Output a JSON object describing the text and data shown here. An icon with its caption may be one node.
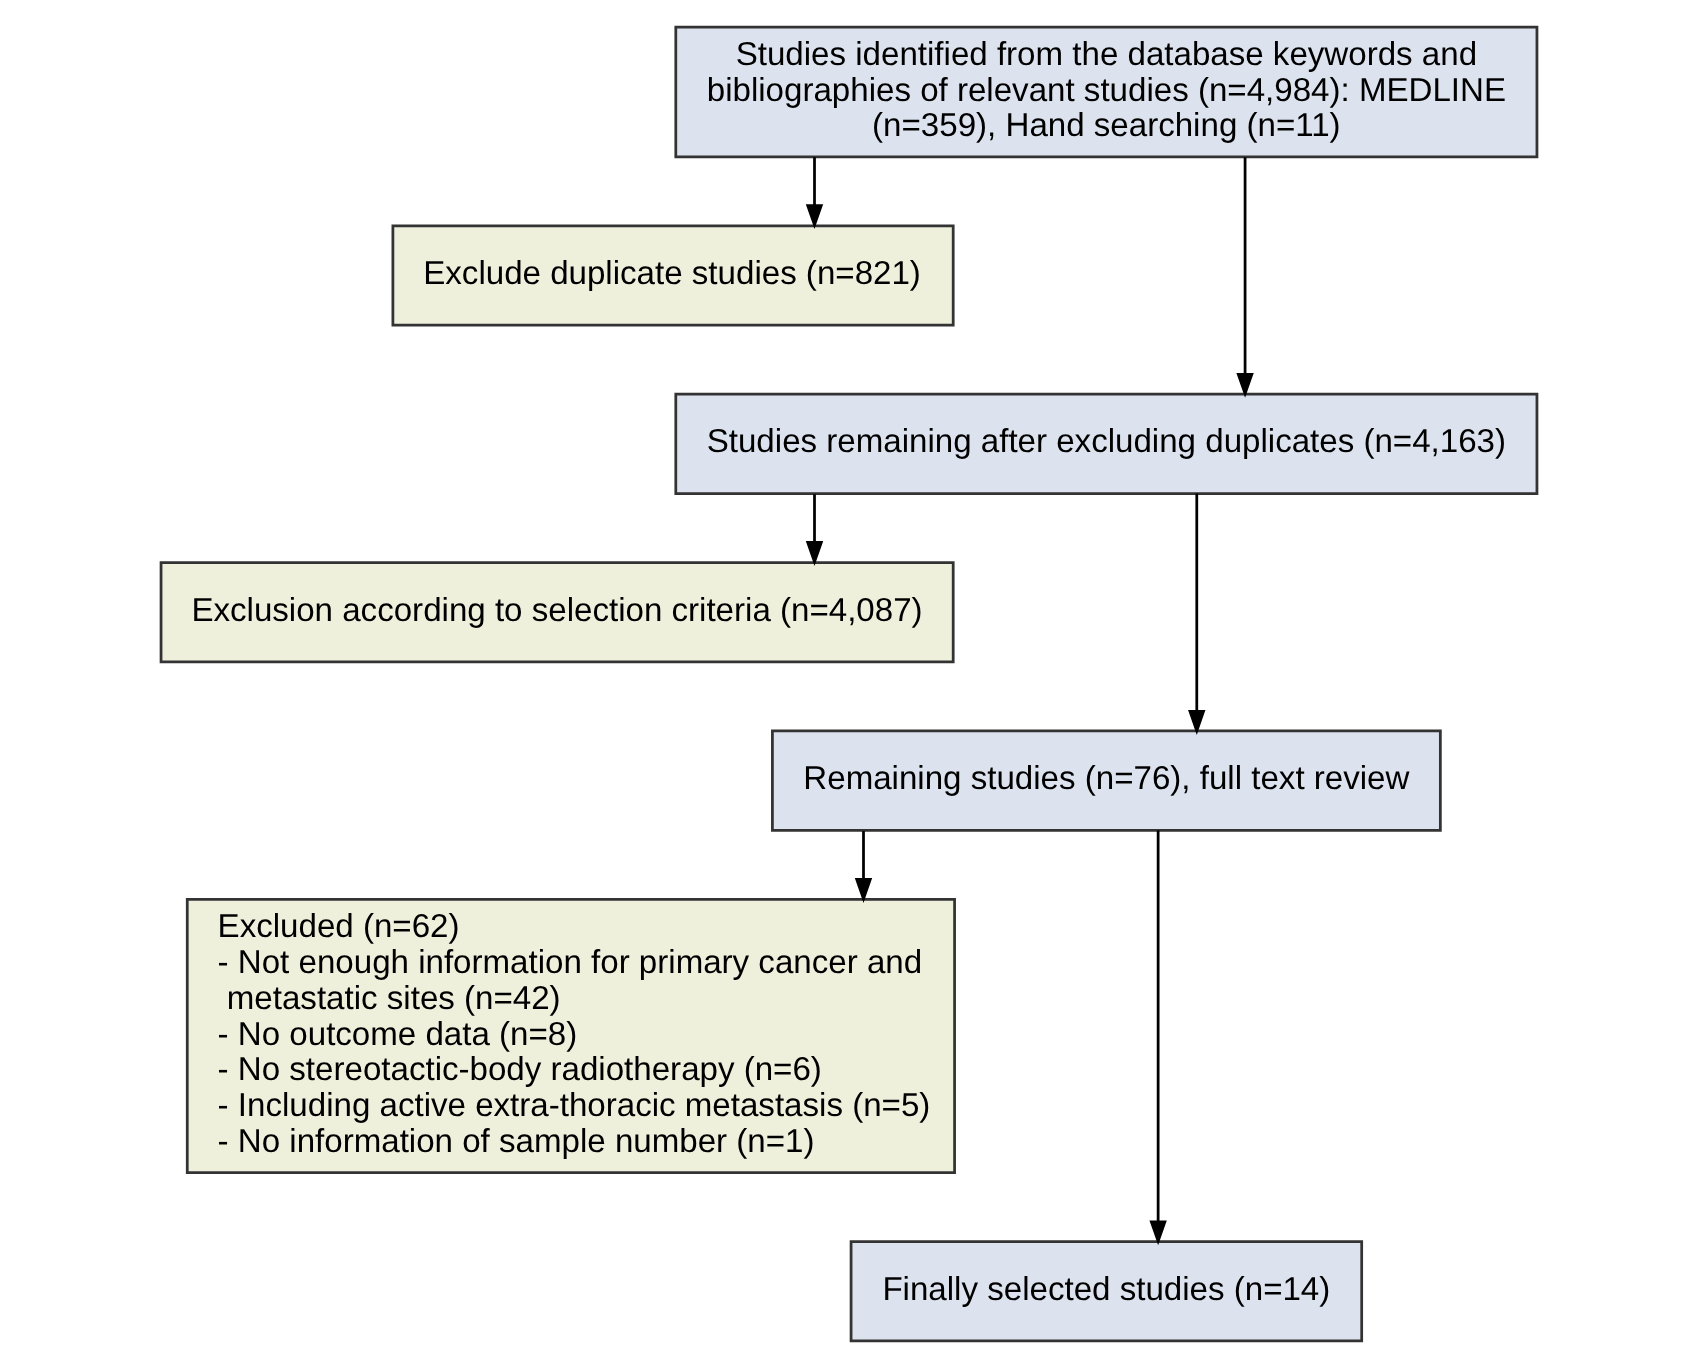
{
  "diagram": {
    "nodes": [
      {
        "text": [
          "Studies identified from the database keywords and bibliographies of relevant studies (n=4,984): MEDLINE (n=359), Hand searching (n=11)"
        ]
      },
      {
        "text": [
          "Exclude duplicate studies (n=821)"
        ]
      },
      {
        "text": [
          "Studies remaining after excluding duplicates (n=4,163)"
        ]
      },
      {
        "text": [
          "Exclusion according to selection criteria (n=4,087)"
        ]
      },
      {
        "text": [
          "Remaining studies (n=76), full text review"
        ]
      },
      {
        "text": [
          "Excluded (n=62)",
          "- Not enough information for primary cancer and metastatic sites (n=42)",
          "- No outcome data (n=8)",
          "- No stereotactic-body radiotherapy (n=6)",
          "- Including active extra-thoracic metastasis (n=5)",
          "- No information of sample number (n=1)"
        ]
      },
      {
        "text": [
          "Finally selected studies (n=14)"
        ]
      }
    ],
    "edges": [
      {
        "from": 0,
        "to": 2,
        "arrow": "to"
      },
      {
        "from": 0,
        "to": 1,
        "arrow": "to"
      },
      {
        "from": 2,
        "to": 4,
        "arrow": "to"
      },
      {
        "from": 2,
        "to": 3,
        "arrow": "to"
      },
      {
        "from": 4,
        "to": 6,
        "arrow": "to"
      },
      {
        "from": 4,
        "to": 5,
        "arrow": "to"
      }
    ]
  }
}
